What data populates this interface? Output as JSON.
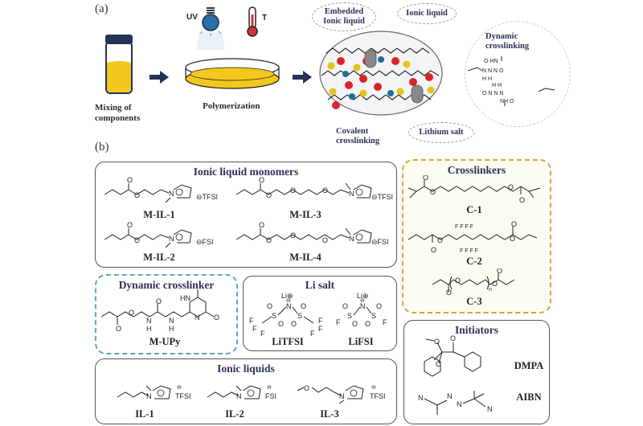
{
  "figure": {
    "panel_a": {
      "label": "(a)",
      "step1_caption_line1": "Mixing of",
      "step1_caption_line2": "components",
      "step2_caption": "Polymerization",
      "uv_label": "UV",
      "temp_label": "T",
      "bubbles": {
        "embedded_il_line1": "Embedded",
        "embedded_il_line2": "Ionic liquid",
        "ionic_liquid": "Ionic liquid",
        "dynamic_line1": "Dynamic",
        "dynamic_line2": "crosslinking",
        "covalent_line1": "Covalent",
        "covalent_line2": "crosslinking",
        "lithium_salt": "Lithium salt"
      },
      "colors": {
        "vial_cap": "#233457",
        "liquid": "#f2c81c",
        "bulb": "#2a6fa8",
        "thermometer": "#d0343a",
        "arrow": "#233457",
        "ion_red": "#d9242b",
        "ion_yellow": "#e7c21b",
        "ion_blue": "#1f6d9c"
      }
    },
    "panel_b": {
      "label": "(b)",
      "ionic_liquid_monomers": {
        "title": "Ionic liquid monomers",
        "items": [
          "M-IL-1",
          "M-IL-3",
          "M-IL-2",
          "M-IL-4"
        ],
        "anions": [
          "TFSI",
          "TFSI",
          "FSI",
          "FSI"
        ]
      },
      "crosslinkers": {
        "title": "Crosslinkers",
        "items": [
          "C-1",
          "C-2",
          "C-3"
        ],
        "border_color": "#d9a53a"
      },
      "dynamic_crosslinker": {
        "title": "Dynamic crosslinker",
        "items": [
          "M-UPy"
        ],
        "border_color": "#5fa7b8"
      },
      "li_salt": {
        "title": "Li salt",
        "items": [
          "LiTFSI",
          "LiFSI"
        ]
      },
      "ionic_liquids": {
        "title": "Ionic liquids",
        "items": [
          "IL-1",
          "IL-2",
          "IL-3"
        ],
        "anions": [
          "TFSI",
          "FSI",
          "TFSI"
        ]
      },
      "initiators": {
        "title": "Initiators",
        "items": [
          "DMPA",
          "AIBN"
        ]
      }
    }
  }
}
